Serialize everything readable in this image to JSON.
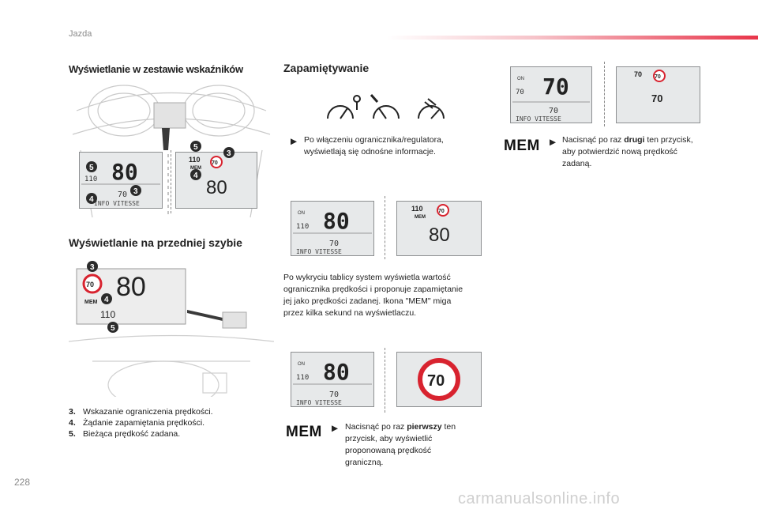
{
  "header": {
    "section_title": "Jazda"
  },
  "page_number": "228",
  "watermark": "carmanualsonline.info",
  "left": {
    "heading_cluster": "Wyświetlanie w zestawie wskaźników",
    "heading_windscreen": "Wyświetlanie na przedniej szybie",
    "legend": [
      {
        "num": "3.",
        "text": "Wskazanie ograniczenia prędkości."
      },
      {
        "num": "4.",
        "text": "Żądanie zapamiętania prędkości."
      },
      {
        "num": "5.",
        "text": "Bieżąca prędkość zadana."
      }
    ]
  },
  "middle": {
    "heading": "Zapamiętywanie",
    "bullet_text": "Po włączeniu ogranicznika/regulatora, wyświetlają się odnośne informacje.",
    "para_text": "Po wykryciu tablicy system wyświetla wartość ogranicznika prędkości i proponuje zapamiętanie jej jako prędkości zadanej. Ikona \"MEM\" miga przez kilka sekund na wyświetlaczu.",
    "mem_label": "MEM",
    "press_first_a": "Nacisnąć po raz ",
    "press_first_b": "pierwszy",
    "press_first_c": " ten przycisk, aby wyświetlić proponowaną prędkość graniczną."
  },
  "right": {
    "mem_label": "MEM",
    "press_second_a": "Nacisnąć po raz ",
    "press_second_b": "drugi",
    "press_second_c": " ten przycisk, aby potwierdzić nową prędkość zadaną."
  },
  "lcd": {
    "speed_80": "80",
    "speed_70": "70",
    "speed_110": "110",
    "info_vitesse": "INFO VITESSE",
    "mem": "MEM",
    "on": "ON",
    "callout_3": "3",
    "callout_4": "4",
    "callout_5": "5"
  },
  "colors": {
    "accent_red": "#e8354a",
    "sign_red": "#d8232f",
    "callout": "#2b2b2b"
  }
}
